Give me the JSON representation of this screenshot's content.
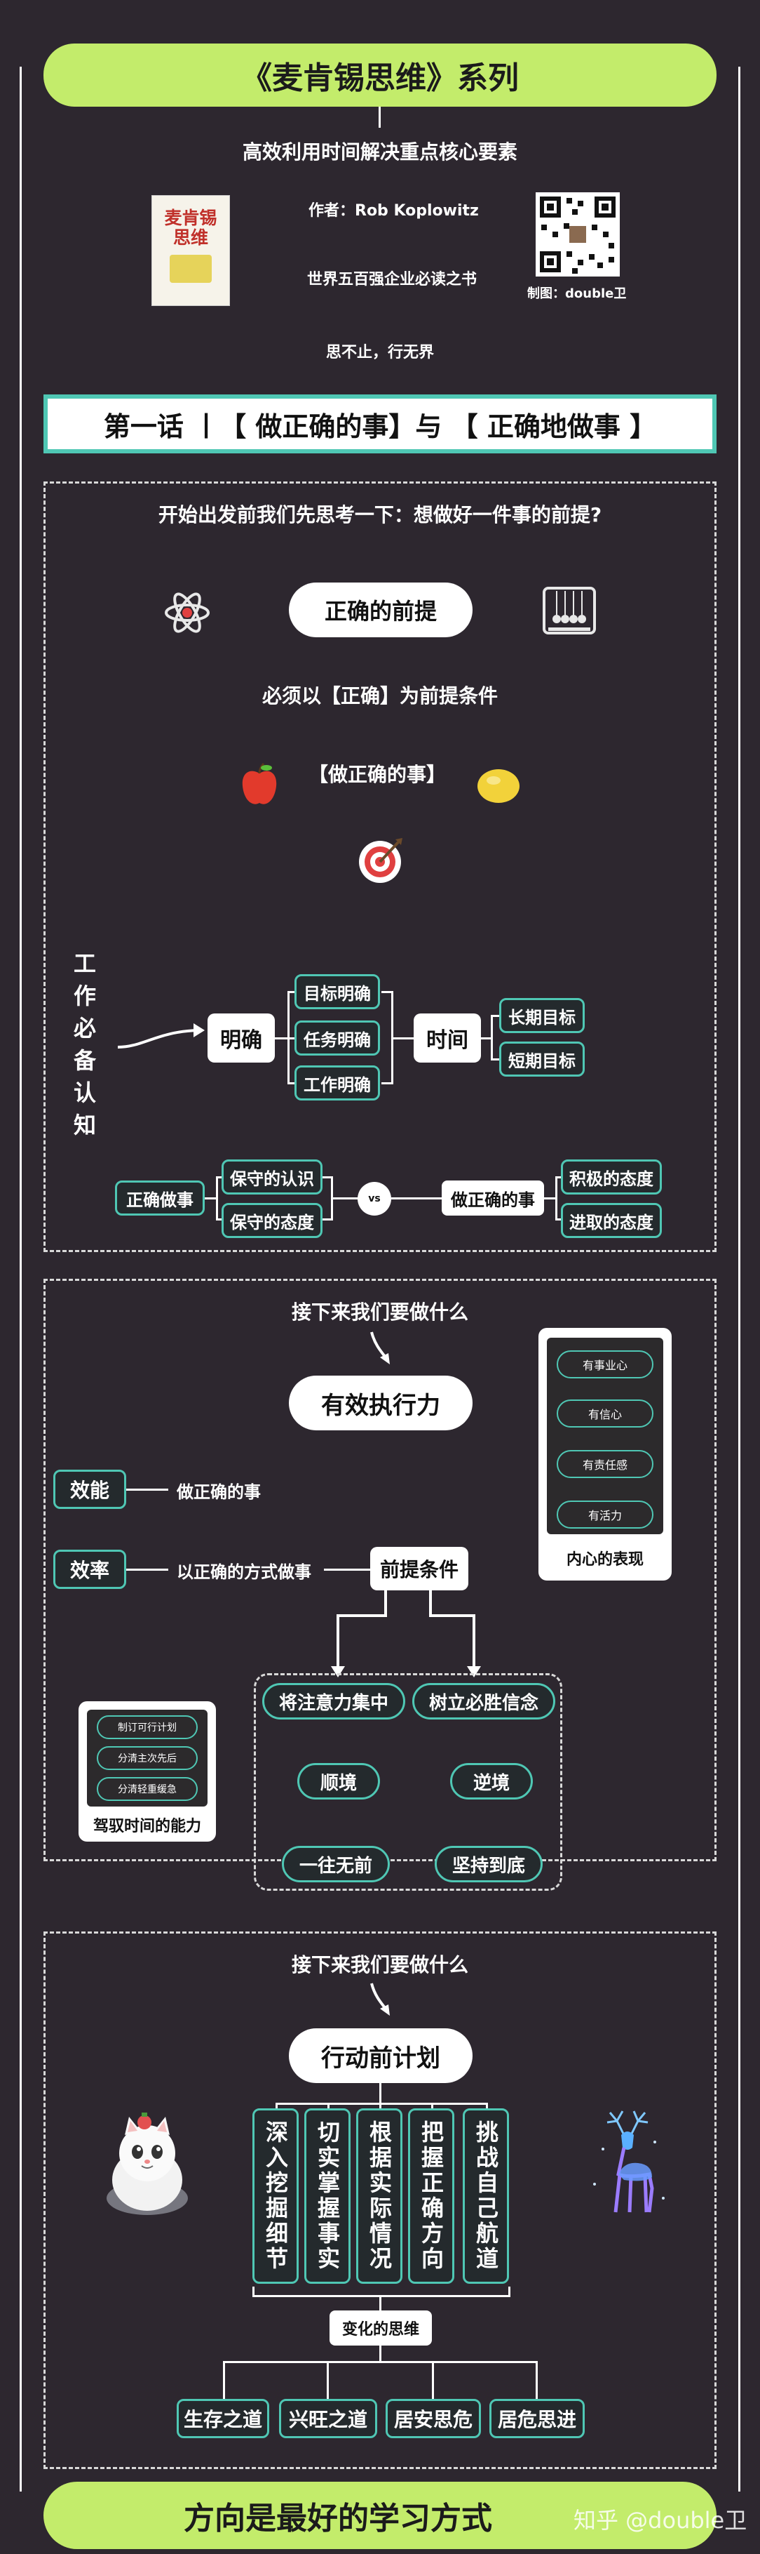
{
  "header": {
    "title": "《麦肯锡思维》系列",
    "subtitle": "高效利用时间解决重点核心要素",
    "author": "作者：Rob Koplowitz",
    "tagline": "世界五百强企业必读之书",
    "maker": "制图：double卫",
    "motto": "思不止，行无界",
    "book_cover_title": "麦肯锡思维"
  },
  "chapter": {
    "title": "第一话 丨【 做正确的事】与 【 正确地做事 】"
  },
  "section1": {
    "question": "开始出发前我们先思考一下：想做好一件事的前提?",
    "premise": "正确的前提",
    "requirement": "必须以【正确】为前提条件",
    "do_right_thing": "【做正确的事】",
    "side_label": "工作必备认知",
    "mingque": "明确",
    "goals": [
      "目标明确",
      "任务明确",
      "工作明确"
    ],
    "time": "时间",
    "time_targets": [
      "长期目标",
      "短期目标"
    ],
    "left_main": "正确做事",
    "left_items": [
      "保守的认识",
      "保守的态度"
    ],
    "vs": "vs",
    "right_main": "做正确的事",
    "right_items": [
      "积极的态度",
      "进取的态度"
    ]
  },
  "section2": {
    "next": "接下来我们要做什么",
    "title": "有效执行力",
    "effect_label": "效能",
    "effect_text": "做正确的事",
    "efficiency_label": "效率",
    "efficiency_text": "以正确的方式做事",
    "premise": "前提条件",
    "inner_card_items": [
      "有事业心",
      "有信心",
      "有责任感",
      "有活力"
    ],
    "inner_card_caption": "内心的表现",
    "time_card_items": [
      "制订可行计划",
      "分清主次先后",
      "分清轻重缓急"
    ],
    "time_card_caption": "驾驭时间的能力",
    "focus": "将注意力集中",
    "belief": "树立必胜信念",
    "smooth": "顺境",
    "adverse": "逆境",
    "forward": "一往无前",
    "persist": "坚持到底"
  },
  "section3": {
    "next": "接下来我们要做什么",
    "title": "行动前计划",
    "columns": [
      "深入挖掘细节",
      "切实掌握事实",
      "根据实际情况",
      "把握正确方向",
      "挑战自己航道"
    ],
    "change": "变化的思维",
    "bottom_items": [
      "生存之道",
      "兴旺之道",
      "居安思危",
      "居危思进"
    ]
  },
  "footer": {
    "slogan": "方向是最好的学习方式",
    "watermark": "知乎 @double卫"
  },
  "colors": {
    "background": "#2d272f",
    "banner": "#c3ec6b",
    "accent": "#4fc7b4",
    "frame": "#ffffff"
  }
}
